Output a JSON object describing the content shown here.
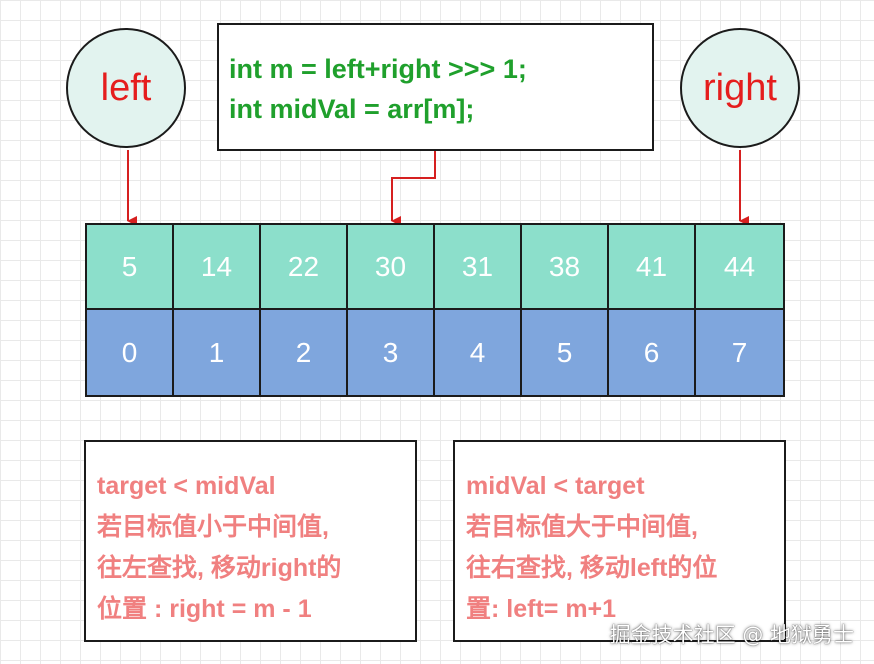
{
  "pointers": {
    "left_label": "left",
    "right_label": "right"
  },
  "code": {
    "lines": [
      "int m = left+right >>> 1;",
      "int midVal = arr[m];"
    ]
  },
  "array": {
    "values": [
      "5",
      "14",
      "22",
      "30",
      "31",
      "38",
      "41",
      "44"
    ],
    "indices": [
      "0",
      "1",
      "2",
      "3",
      "4",
      "5",
      "6",
      "7"
    ]
  },
  "notes": {
    "left": [
      "target < midVal",
      "若目标值小于中间值,",
      "往左查找, 移动right的",
      "位置 : right = m - 1"
    ],
    "right": [
      "midVal < target",
      "若目标值大于中间值,",
      "往右查找, 移动left的位",
      "置: left= m+1"
    ]
  },
  "colors": {
    "pointer_text": "#e51d1d",
    "code_text": "#1fa02c",
    "value_row": "#8cdfcb",
    "index_row": "#7fa6dd",
    "note_text": "#f08080",
    "arrow": "#d62020"
  },
  "watermark": "掘金技术社区 @ 地狱勇士"
}
